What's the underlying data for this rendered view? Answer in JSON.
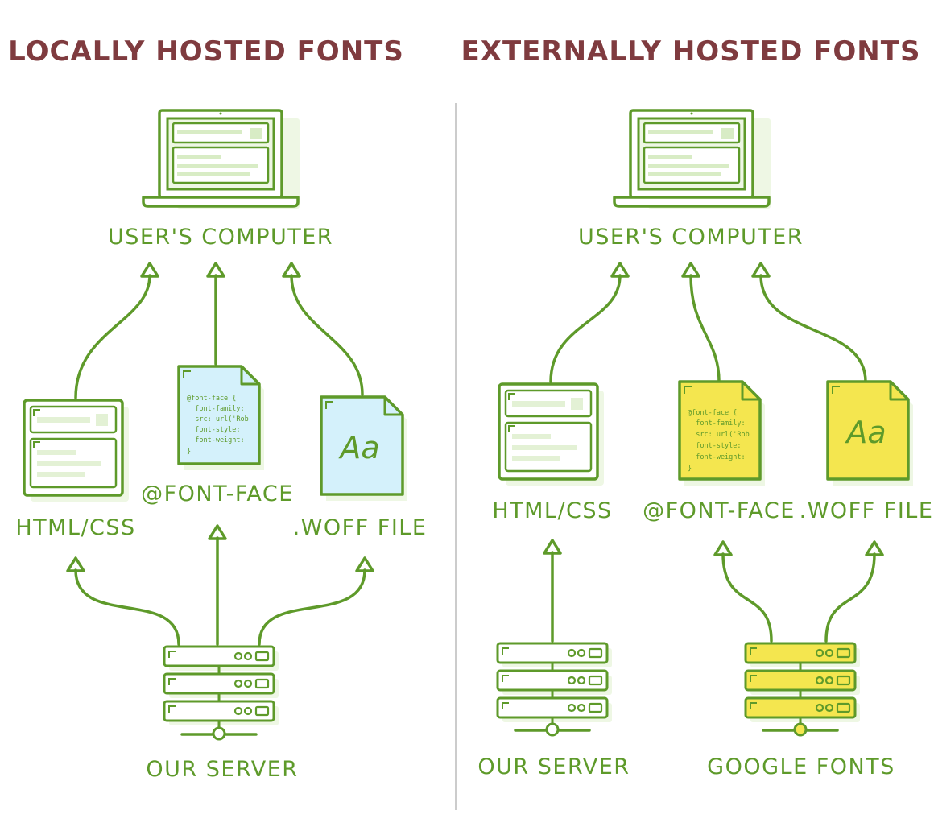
{
  "left_panel": {
    "title": "LOCALLY HOSTED FONTS",
    "computer_label": "USER'S COMPUTER",
    "html_label": "HTML/CSS",
    "fontface_label": "@FONT-FACE",
    "woff_label": ".WOFF FILE",
    "server_label": "OUR SERVER"
  },
  "right_panel": {
    "title": "EXTERNALLY HOSTED FONTS",
    "computer_label": "USER'S COMPUTER",
    "html_label": "HTML/CSS",
    "fontface_label": "@FONT-FACE",
    "woff_label": ".WOFF FILE",
    "server_label": "OUR SERVER",
    "google_label": "GOOGLE FONTS"
  },
  "code_lines": [
    "@font-face {",
    "  font-family:",
    "  src: url('Rob",
    "  font-style:",
    "  font-weight:",
    "}"
  ],
  "font_sample": "Aa",
  "colors": {
    "title": "#7f3b3f",
    "green": "#5e9a2a",
    "light_green": "#eef7e4",
    "light_blue": "#d4f1fb",
    "yellow": "#f4e64f",
    "divider": "#cccccc"
  }
}
